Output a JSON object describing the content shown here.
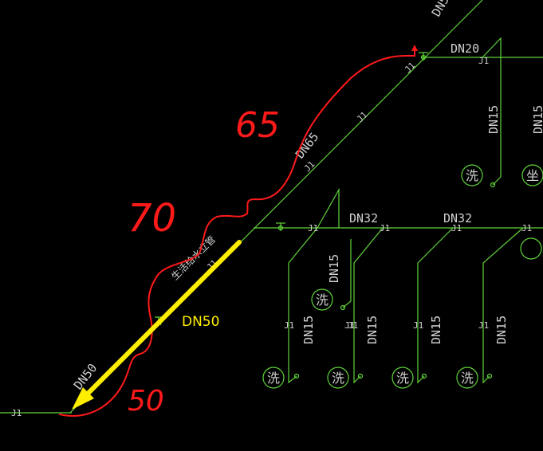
{
  "labels": {
    "dn_top_right": "DN5",
    "dn20": "DN20",
    "dn65": "DN65",
    "dn32_a": "DN32",
    "dn32_b": "DN32",
    "dn15_main": "DN15",
    "dn15_vertical": "DN15",
    "dn15_a": "DN15",
    "dn15_b": "DN15",
    "dn15_c": "DN15",
    "dn15_d": "DN15",
    "dn50_pipe": "DN50",
    "dn50_yellow": "DN50",
    "j1": "J1",
    "sink": "洗",
    "floor": "坐",
    "riser_text": "生活给水立管"
  },
  "handwriting": {
    "mark_65": "65",
    "mark_70": "70",
    "mark_50": "50"
  },
  "colors": {
    "background": "#000000",
    "pipe": "#5fd33a",
    "text": "#d0d0d0",
    "markup": "#ff1a1a",
    "highlight": "#ffee00"
  }
}
